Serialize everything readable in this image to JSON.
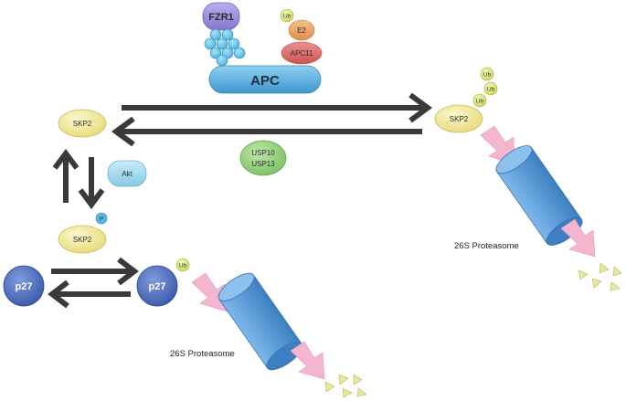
{
  "labels": {
    "fzr1": "FZR1",
    "e2": "E2",
    "apc11": "APC11",
    "apc": "APC",
    "ub": "Ub",
    "skp2": "SKP2",
    "usp10": "USP10",
    "usp13": "USP13",
    "akt": "Akt",
    "p": "P",
    "p27": "p27",
    "proteasome": "26S Proteasome"
  },
  "colors": {
    "arrow": "#3a3a3a",
    "apc": "#5aaee0",
    "fzr1": "#9b8fd6",
    "e2": "#e8a46a",
    "apc11": "#d96a6a",
    "skp2": "#f2eaa0",
    "usp": "#8fcf7a",
    "akt": "#9fd6ea",
    "phospho": "#5bb6e6",
    "p27": "#4a6bbf",
    "ub": "#dde97a",
    "proteasome": "#4f8fd0",
    "pink_arrow": "#f4b6cf",
    "fragment": "#e9e79a"
  }
}
